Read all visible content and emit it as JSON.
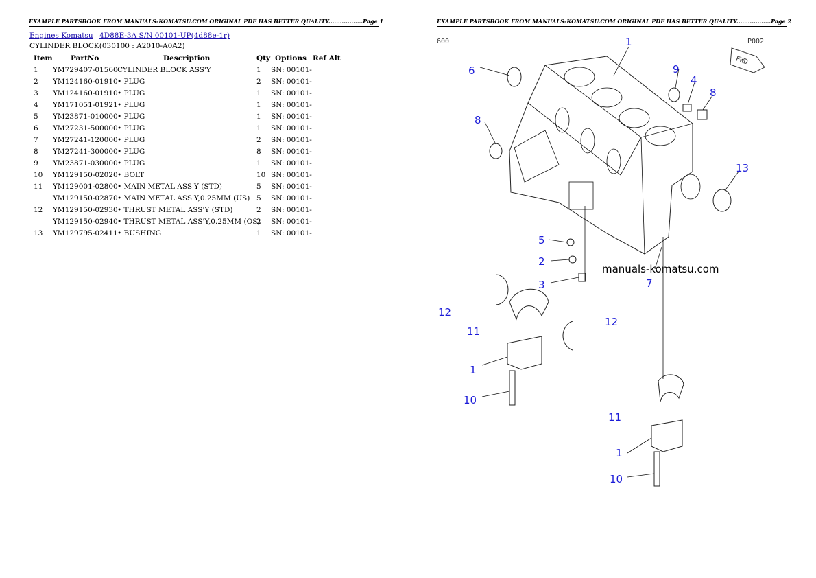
{
  "page1": {
    "header": "EXAMPLE PARTSBOOK FROM MANUALS-KOMATSU.COM ORIGINAL PDF HAS BETTER QUALITY..................Page 1",
    "breadcrumb": [
      "Engines Komatsu",
      "4D88E-3A S/N 00101-UP(4d88e-1r)"
    ],
    "section_title": "CYLINDER BLOCK(030100 : A2010-A0A2)",
    "columns": [
      "Item",
      "PartNo",
      "Description",
      "Qty",
      "Options",
      "Ref Alt"
    ],
    "rows": [
      {
        "item": "1",
        "part": "YM729407-01560",
        "desc": "CYLINDER BLOCK ASS'Y",
        "qty": "1",
        "opt": "SN: 00101-"
      },
      {
        "item": "2",
        "part": "YM124160-01910",
        "desc": "• PLUG",
        "qty": "2",
        "opt": "SN: 00101-"
      },
      {
        "item": "3",
        "part": "YM124160-01910",
        "desc": "• PLUG",
        "qty": "1",
        "opt": "SN: 00101-"
      },
      {
        "item": "4",
        "part": "YM171051-01921",
        "desc": "• PLUG",
        "qty": "1",
        "opt": "SN: 00101-"
      },
      {
        "item": "5",
        "part": "YM23871-010000",
        "desc": "• PLUG",
        "qty": "1",
        "opt": "SN: 00101-"
      },
      {
        "item": "6",
        "part": "YM27231-500000",
        "desc": "• PLUG",
        "qty": "1",
        "opt": "SN: 00101-"
      },
      {
        "item": "7",
        "part": "YM27241-120000",
        "desc": "• PLUG",
        "qty": "2",
        "opt": "SN: 00101-"
      },
      {
        "item": "8",
        "part": "YM27241-300000",
        "desc": "• PLUG",
        "qty": "8",
        "opt": "SN: 00101-"
      },
      {
        "item": "9",
        "part": "YM23871-030000",
        "desc": "• PLUG",
        "qty": "1",
        "opt": "SN: 00101-"
      },
      {
        "item": "10",
        "part": "YM129150-02020",
        "desc": "• BOLT",
        "qty": "10",
        "opt": "SN: 00101-"
      },
      {
        "item": "11",
        "part": "YM129001-02800",
        "desc": "• MAIN METAL ASS'Y (STD)",
        "qty": "5",
        "opt": "SN: 00101-"
      },
      {
        "item": "",
        "part": "YM129150-02870",
        "desc": "• MAIN METAL ASS'Y,0.25MM (US)",
        "qty": "5",
        "opt": "SN: 00101-"
      },
      {
        "item": "12",
        "part": "YM129150-02930",
        "desc": "• THRUST METAL ASS'Y (STD)",
        "qty": "2",
        "opt": "SN: 00101-"
      },
      {
        "item": "",
        "part": "YM129150-02940",
        "desc": "• THRUST METAL ASS'Y,0.25MM (OS)",
        "qty": "2",
        "opt": "SN: 00101-"
      },
      {
        "item": "13",
        "part": "YM129795-02411",
        "desc": "• BUSHING",
        "qty": "1",
        "opt": "SN: 00101-"
      }
    ]
  },
  "page2": {
    "header": "EXAMPLE PARTSBOOK FROM MANUALS-KOMATSU.COM ORIGINAL PDF HAS BETTER QUALITY..................Page 2",
    "diagram": {
      "corner_code": "600",
      "ref_code": "P002",
      "fwd_label": "FWD",
      "watermark": "manuals-komatsu.com",
      "callouts": [
        "1",
        "6",
        "8",
        "9",
        "4",
        "8",
        "13",
        "5",
        "2",
        "3",
        "7",
        "12",
        "11",
        "12",
        "1",
        "10",
        "11",
        "1",
        "10"
      ]
    }
  }
}
